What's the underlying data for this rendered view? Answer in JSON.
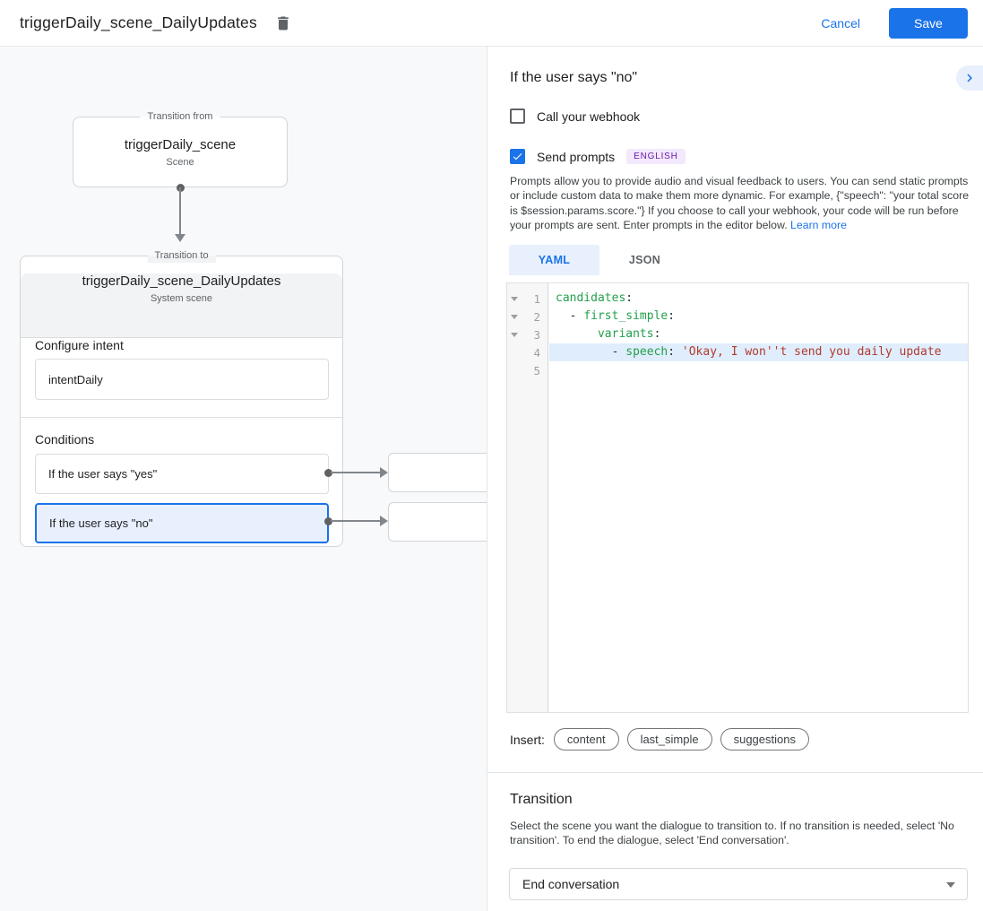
{
  "header": {
    "title": "triggerDaily_scene_DailyUpdates",
    "cancel_label": "Cancel",
    "save_label": "Save"
  },
  "colors": {
    "accent": "#1a73e8",
    "selected_condition_bg": "#e8f0fe",
    "canvas_bg": "#f8f9fa",
    "badge_bg": "#f3e8fd",
    "badge_text": "#681da8",
    "code_key": "#23a04b",
    "code_string": "#b03b2e",
    "active_line_bg": "#e0edfc"
  },
  "canvas": {
    "transition_from": {
      "legend": "Transition from",
      "title": "triggerDaily_scene",
      "subtitle": "Scene"
    },
    "transition_to": {
      "legend": "Transition to",
      "title": "triggerDaily_scene_DailyUpdates",
      "subtitle": "System scene",
      "configure_intent_label": "Configure intent",
      "intent_value": "intentDaily",
      "conditions_label": "Conditions",
      "conditions": [
        {
          "label": "If the user says \"yes\"",
          "selected": false
        },
        {
          "label": "If the user says \"no\"",
          "selected": true
        }
      ]
    }
  },
  "panel": {
    "heading": "If the user says \"no\"",
    "webhook_checkbox": {
      "label": "Call your webhook",
      "checked": false
    },
    "prompts_checkbox": {
      "label": "Send prompts",
      "checked": true,
      "badge": "ENGLISH"
    },
    "description": "Prompts allow you to provide audio and visual feedback to users. You can send static prompts or include custom data to make them more dynamic. For example, {\"speech\": \"your total score is $session.params.score.\"} If you choose to call your webhook, your code will be run before your prompts are sent. Enter prompts in the editor below. ",
    "learn_more_label": "Learn more",
    "tabs": [
      {
        "label": "YAML",
        "active": true
      },
      {
        "label": "JSON",
        "active": false
      }
    ],
    "editor": {
      "highlighted_line": 4,
      "lines": [
        {
          "num": 1,
          "fold": true,
          "tokens": [
            {
              "c": "key",
              "t": "candidates"
            },
            {
              "c": "pln",
              "t": ":"
            }
          ]
        },
        {
          "num": 2,
          "fold": true,
          "tokens": [
            {
              "c": "pln",
              "t": "  - "
            },
            {
              "c": "key",
              "t": "first_simple"
            },
            {
              "c": "pln",
              "t": ":"
            }
          ]
        },
        {
          "num": 3,
          "fold": true,
          "tokens": [
            {
              "c": "pln",
              "t": "      "
            },
            {
              "c": "key",
              "t": "variants"
            },
            {
              "c": "pln",
              "t": ":"
            }
          ]
        },
        {
          "num": 4,
          "fold": false,
          "tokens": [
            {
              "c": "pln",
              "t": "        - "
            },
            {
              "c": "key",
              "t": "speech"
            },
            {
              "c": "pln",
              "t": ": "
            },
            {
              "c": "str",
              "t": "'Okay, I won''t send you daily update"
            }
          ]
        },
        {
          "num": 5,
          "fold": false,
          "tokens": []
        }
      ]
    },
    "insert": {
      "label": "Insert:",
      "pills": [
        "content",
        "last_simple",
        "suggestions"
      ]
    },
    "transition": {
      "heading": "Transition",
      "description": "Select the scene you want the dialogue to transition to. If no transition is needed, select 'No transition'. To end the dialogue, select 'End conversation'.",
      "select_value": "End conversation"
    }
  }
}
